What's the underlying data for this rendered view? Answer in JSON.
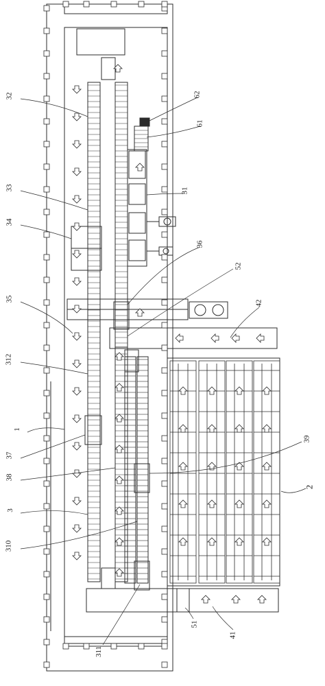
{
  "labels": {
    "l32": "32",
    "l33": "33",
    "l34": "34",
    "l35": "35",
    "l312": "312",
    "l1": "1",
    "l37": "37",
    "l38": "38",
    "l3": "3",
    "l310": "310",
    "l311": "311",
    "l62": "62",
    "l61": "61",
    "l31": "31",
    "l36": "36",
    "l52": "52",
    "l42": "42",
    "l39": "39",
    "l2": "2",
    "l51": "51",
    "l41": "41"
  },
  "colors": {
    "line": "#2b2b2b",
    "background": "#ffffff"
  }
}
